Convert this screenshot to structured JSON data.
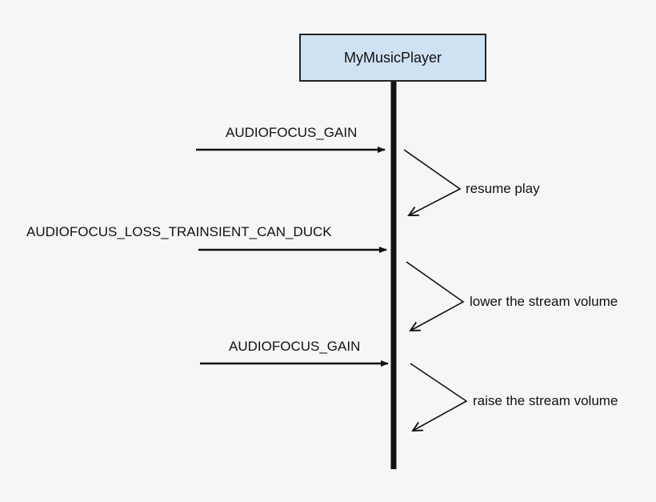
{
  "participant": {
    "name": "MyMusicPlayer"
  },
  "messages": [
    {
      "label": "AUDIOFOCUS_GAIN",
      "response": "resume play"
    },
    {
      "label": "AUDIOFOCUS_LOSS_TRAINSIENT_CAN_DUCK",
      "response": "lower the stream volume"
    },
    {
      "label": "AUDIOFOCUS_GAIN",
      "response": "raise the stream volume"
    }
  ],
  "colors": {
    "background": "#f6f6f6",
    "participant_fill": "#cfe2f3",
    "line": "#111111"
  }
}
